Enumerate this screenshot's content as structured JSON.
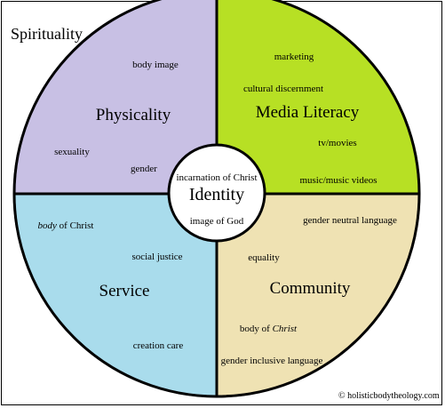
{
  "title": "Spirituality",
  "center": {
    "top": "incarnation of Christ",
    "main": "Identity",
    "bottom": "image of God"
  },
  "quadrants": {
    "physicality": {
      "color": "#c8c0e4",
      "label": "Physicality",
      "items": [
        "body image",
        "sexuality",
        "gender"
      ]
    },
    "media": {
      "color": "#b7e024",
      "label": "Media Literacy",
      "items": [
        "marketing",
        "cultural discernment",
        "tv/movies",
        "music/music videos"
      ]
    },
    "service": {
      "color": "#a9dcec",
      "label": "Service",
      "body_word": "body",
      "body_rest": " of Christ",
      "items": [
        "social justice",
        "creation care"
      ]
    },
    "community": {
      "color": "#efe2b3",
      "label": "Community",
      "items": [
        "gender neutral language",
        "equality",
        "gender inclusive language"
      ],
      "body_prefix": "body of ",
      "body_word": "Christ"
    }
  },
  "credit": "© holisticbodytheology.com"
}
